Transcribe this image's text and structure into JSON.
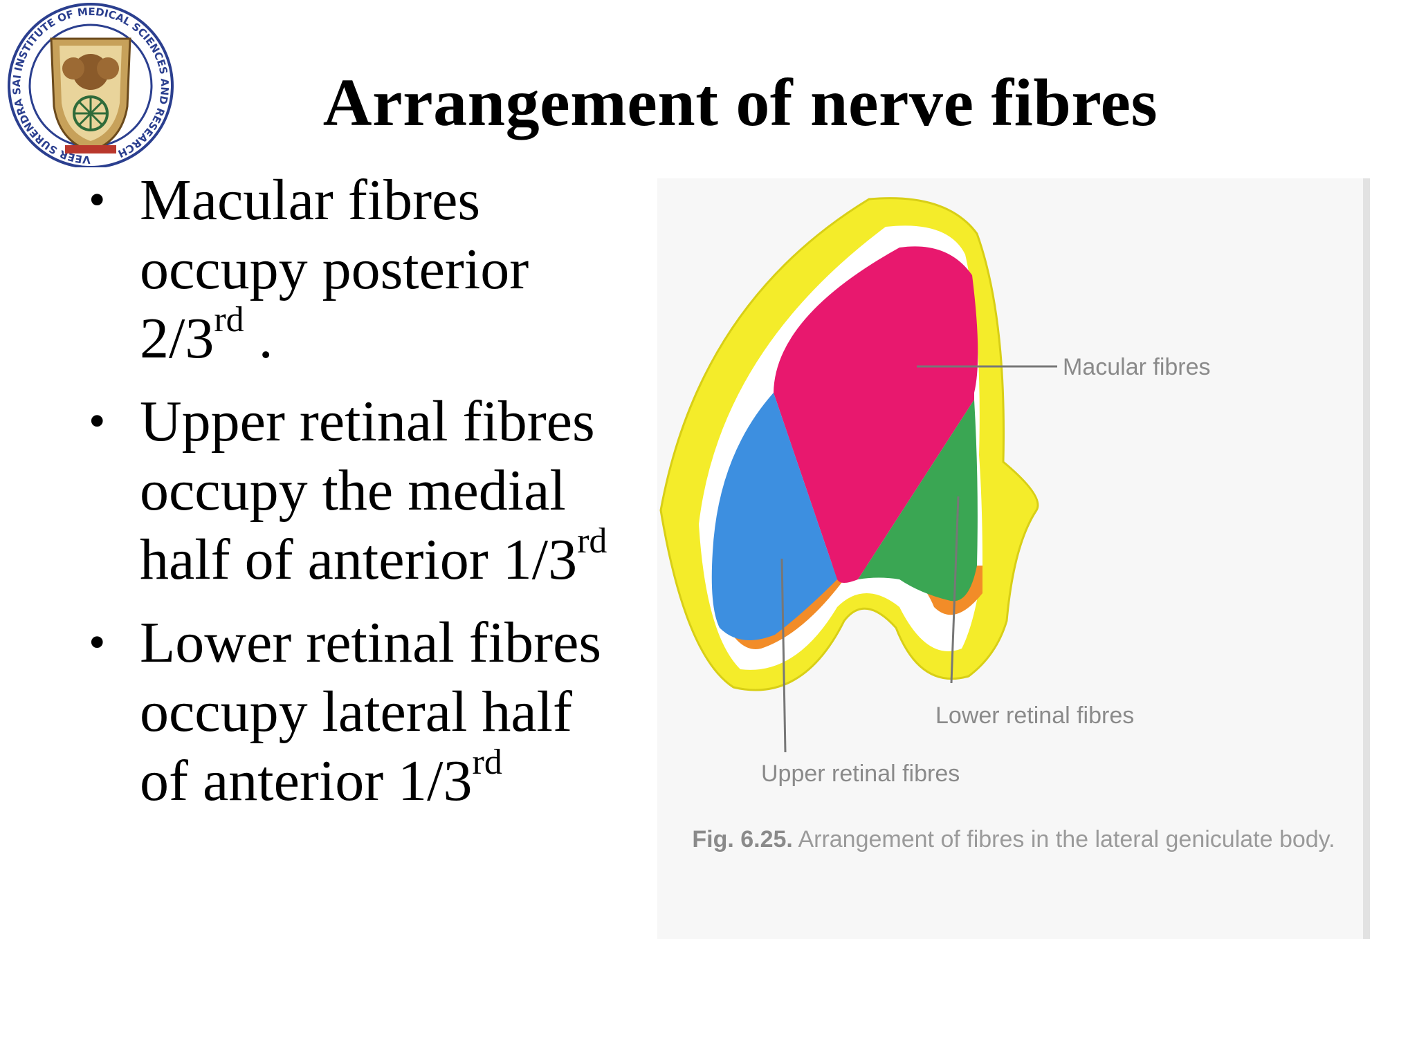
{
  "slide": {
    "title": "Arrangement of nerve fibres",
    "bullets": [
      {
        "text": "Macular fibres occupy posterior 2/3",
        "sup": "rd",
        "after": " ."
      },
      {
        "text": "Upper retinal fibres occupy the medial half of anterior 1/3",
        "sup": "rd",
        "after": ""
      },
      {
        "text": "Lower retinal fibres occupy lateral half of anterior 1/3",
        "sup": "rd",
        "after": ""
      }
    ]
  },
  "logo": {
    "ring_text": "VEER SURENDRA SAI INSTITUTE OF MEDICAL SCIENCES AND RESEARCH",
    "colors": {
      "ring": "#2b3f8f",
      "shield": "#c7a15a",
      "lion": "#8a5a2a"
    }
  },
  "figure": {
    "labels": {
      "macular": "Macular fibres",
      "lower": "Lower retinal fibres",
      "upper": "Upper retinal fibres"
    },
    "caption_number": "Fig. 6.25.",
    "caption_text": "Arrangement of fibres in the lateral geniculate body.",
    "colors": {
      "outer_band": "#f4ec2a",
      "macular": "#e8186e",
      "upper": "#3d8fe0",
      "lower": "#3aa653",
      "orange": "#f28c28"
    }
  }
}
